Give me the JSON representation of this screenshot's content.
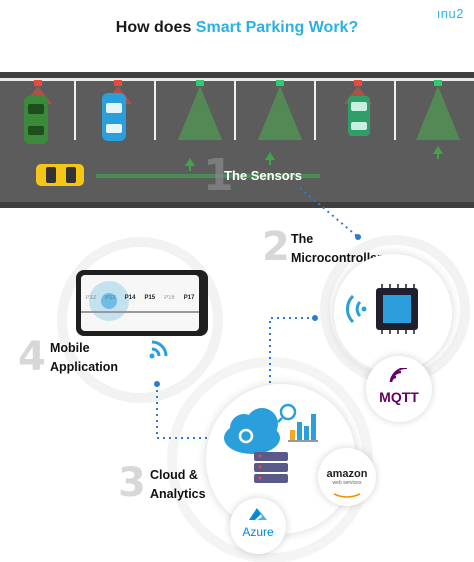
{
  "title": {
    "prefix": "How does ",
    "highlight": "Smart Parking Work?"
  },
  "brand": "ınu2",
  "steps": [
    {
      "number": "1",
      "label": "The Sensors"
    },
    {
      "number": "2",
      "label_line1": "The",
      "label_line2": "Microcontroller"
    },
    {
      "number": "3",
      "label_line1": "Cloud &",
      "label_line2": "Analytics"
    },
    {
      "number": "4",
      "label_line1": "Mobile",
      "label_line2": "Application"
    }
  ],
  "mqtt_label": "MQTT",
  "azure_label": "Azure",
  "amazon_label": "amazon",
  "amazon_sub": "web services",
  "phone_slots": [
    "P12",
    "P13",
    "P14",
    "P15",
    "P16",
    "P17"
  ],
  "colors": {
    "accent": "#2bb0e6",
    "road": "#5a5a5a",
    "sensor_green": "#2ecc71",
    "sensor_red": "#e74c3c",
    "mqtt_purple": "#660066",
    "azure_blue": "#0089d6",
    "amazon_orange": "#f29100"
  }
}
